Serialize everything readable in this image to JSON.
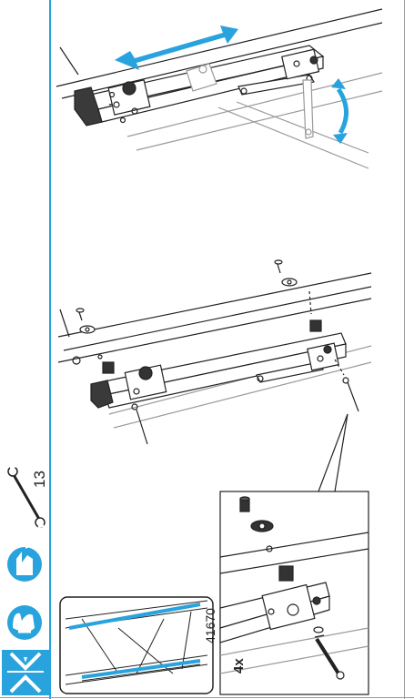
{
  "tools": {
    "wrench_size": "13",
    "icons": [
      "wrench-icon",
      "adjust-hand-icon",
      "gloves-icon",
      "push-together-icon"
    ]
  },
  "inset": {
    "part_number": "41670"
  },
  "detail": {
    "quantity": "4x"
  },
  "colors": {
    "accent_blue": "#29a3dd",
    "line": "#222222",
    "gray": "#9a9a9a"
  }
}
